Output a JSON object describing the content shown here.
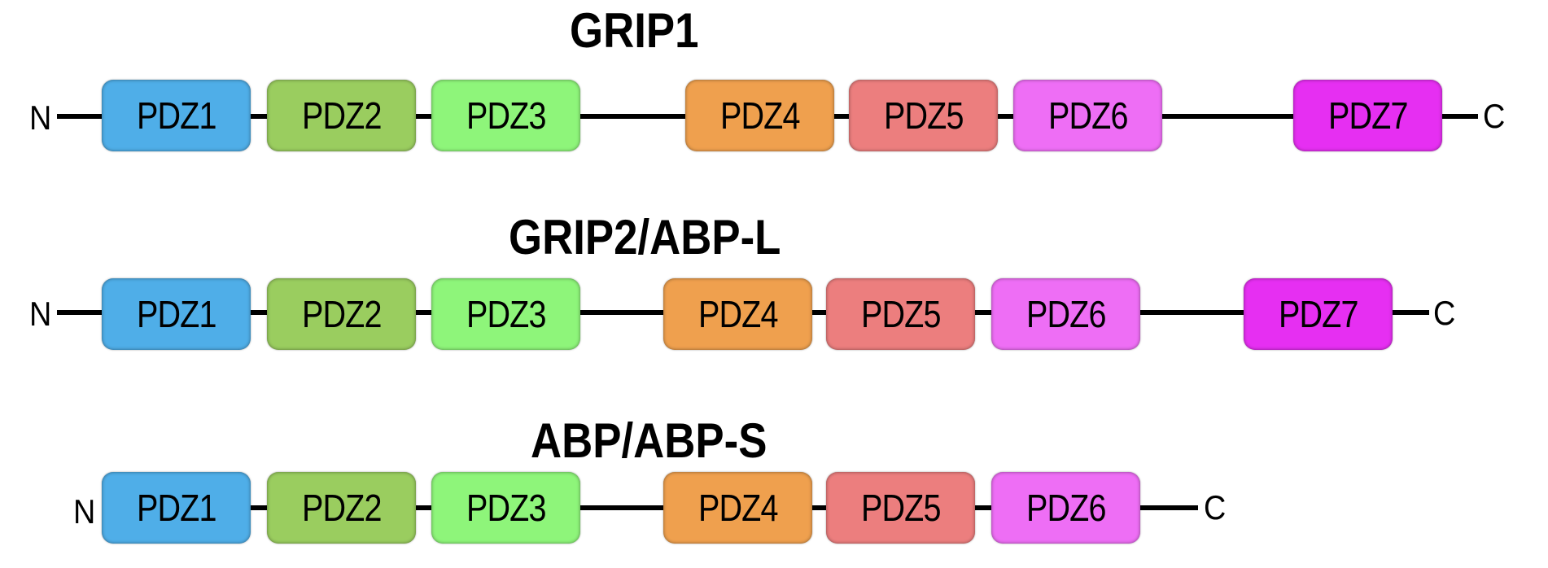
{
  "proteins": [
    {
      "name": "GRIP1",
      "n_label": "N",
      "c_label": "C",
      "domains": [
        {
          "label": "PDZ1",
          "color": "#4FAEE8"
        },
        {
          "label": "PDZ2",
          "color": "#9ACD5F"
        },
        {
          "label": "PDZ3",
          "color": "#8EF57A"
        },
        {
          "label": "PDZ4",
          "color": "#EFA04E"
        },
        {
          "label": "PDZ5",
          "color": "#EC7E7E"
        },
        {
          "label": "PDZ6",
          "color": "#EE6EF5"
        },
        {
          "label": "PDZ7",
          "color": "#E62FF2"
        }
      ]
    },
    {
      "name": "GRIP2/ABP-L",
      "n_label": "N",
      "c_label": "C",
      "domains": [
        {
          "label": "PDZ1",
          "color": "#4FAEE8"
        },
        {
          "label": "PDZ2",
          "color": "#9ACD5F"
        },
        {
          "label": "PDZ3",
          "color": "#8EF57A"
        },
        {
          "label": "PDZ4",
          "color": "#EFA04E"
        },
        {
          "label": "PDZ5",
          "color": "#EC7E7E"
        },
        {
          "label": "PDZ6",
          "color": "#EE6EF5"
        },
        {
          "label": "PDZ7",
          "color": "#E62FF2"
        }
      ]
    },
    {
      "name": "ABP/ABP-S",
      "n_label": "N",
      "c_label": "C",
      "domains": [
        {
          "label": "PDZ1",
          "color": "#4FAEE8"
        },
        {
          "label": "PDZ2",
          "color": "#9ACD5F"
        },
        {
          "label": "PDZ3",
          "color": "#8EF57A"
        },
        {
          "label": "PDZ4",
          "color": "#EFA04E"
        },
        {
          "label": "PDZ5",
          "color": "#EC7E7E"
        },
        {
          "label": "PDZ6",
          "color": "#EE6EF5"
        }
      ]
    }
  ]
}
